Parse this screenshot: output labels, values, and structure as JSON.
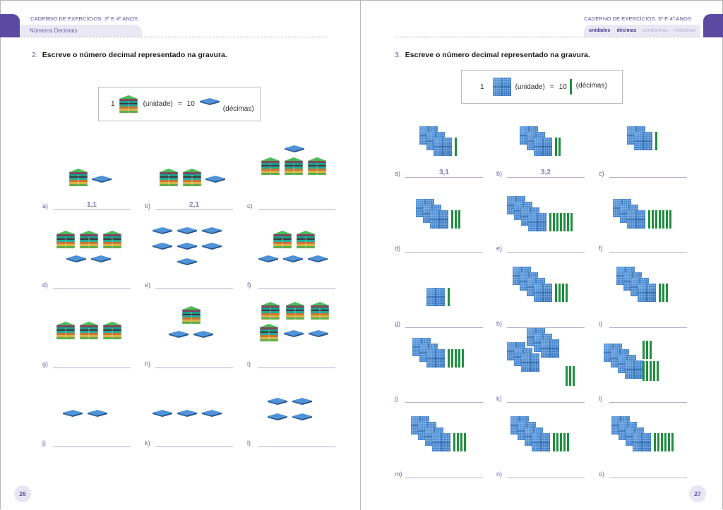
{
  "book_title": "CADERNO DE EXERCÍCIOS: 3º E 4º ANOS",
  "colors": {
    "accent": "#5b4aa2",
    "tab_bg": "#ebe8f5",
    "label": "#6a60a8",
    "answer": "#8179b9",
    "cube_blue": "#4a90d9",
    "rod_green": "#1f8f3f"
  },
  "left_page": {
    "section": "Números Decimais",
    "question_number": "2.",
    "question_text": "Escreve o número decimal representado na gravura.",
    "legend": {
      "count_left": "1",
      "unit_label": "(unidade)",
      "equals": "=",
      "count_right": "10",
      "tenth_label": "(décimas)",
      "unit_icon": "stacked-cube-icon",
      "tenth_icon": "flat-plate-icon"
    },
    "page_number": "26",
    "exercises": [
      {
        "letter": "a)",
        "units": 1,
        "tenths": 1,
        "answer": "1,1"
      },
      {
        "letter": "b)",
        "units": 2,
        "tenths": 1,
        "answer": "2,1"
      },
      {
        "letter": "c)",
        "units": 3,
        "tenths": 1,
        "answer": ""
      },
      {
        "letter": "d)",
        "units": 3,
        "tenths": 2,
        "answer": ""
      },
      {
        "letter": "e)",
        "units": 0,
        "tenths": 7,
        "answer": ""
      },
      {
        "letter": "f)",
        "units": 2,
        "tenths": 3,
        "answer": ""
      },
      {
        "letter": "g)",
        "units": 3,
        "tenths": 0,
        "answer": ""
      },
      {
        "letter": "h)",
        "units": 1,
        "tenths": 2,
        "answer": ""
      },
      {
        "letter": "i)",
        "units": 4,
        "tenths": 2,
        "answer": ""
      },
      {
        "letter": "j)",
        "units": 0,
        "tenths": 2,
        "answer": ""
      },
      {
        "letter": "k)",
        "units": 0,
        "tenths": 3,
        "answer": ""
      },
      {
        "letter": "l)",
        "units": 0,
        "tenths": 4,
        "answer": ""
      }
    ]
  },
  "right_page": {
    "place_values": [
      {
        "label": "unidades",
        "active": true
      },
      {
        "label": "décimas",
        "active": true
      },
      {
        "label": "centésimas",
        "active": false
      },
      {
        "label": "milésimas",
        "active": false
      }
    ],
    "question_number": "3.",
    "question_text": "Escreve o número decimal representado na gravura.",
    "legend": {
      "count_left": "1",
      "unit_label": "(unidade)",
      "equals": "=",
      "count_right": "10",
      "tenth_label": "(décimas)",
      "unit_icon": "grid-square-icon",
      "tenth_icon": "green-rod-icon"
    },
    "page_number": "27",
    "exercises": [
      {
        "letter": "a)",
        "units": 3,
        "tenths": 1,
        "answer": "3,1"
      },
      {
        "letter": "b)",
        "units": 3,
        "tenths": 2,
        "answer": "3,2"
      },
      {
        "letter": "c)",
        "units": 2,
        "tenths": 1,
        "answer": ""
      },
      {
        "letter": "d)",
        "units": 3,
        "tenths": 3,
        "answer": ""
      },
      {
        "letter": "e)",
        "units": 4,
        "tenths": 7,
        "answer": ""
      },
      {
        "letter": "f)",
        "units": 3,
        "tenths": 7,
        "answer": ""
      },
      {
        "letter": "g)",
        "units": 1,
        "tenths": 1,
        "answer": ""
      },
      {
        "letter": "h)",
        "units": 4,
        "tenths": 4,
        "answer": ""
      },
      {
        "letter": "i)",
        "units": 4,
        "tenths": 3,
        "answer": ""
      },
      {
        "letter": "j)",
        "units": 3,
        "tenths": 5,
        "answer": ""
      },
      {
        "letter": "k)",
        "units": 6,
        "tenths": 3,
        "answer": ""
      },
      {
        "letter": "l)",
        "units": 4,
        "tenths": 8,
        "answer": ""
      },
      {
        "letter": "m)",
        "units": 4,
        "tenths": 4,
        "answer": ""
      },
      {
        "letter": "n)",
        "units": 4,
        "tenths": 5,
        "answer": ""
      },
      {
        "letter": "o)",
        "units": 4,
        "tenths": 6,
        "answer": ""
      }
    ]
  }
}
